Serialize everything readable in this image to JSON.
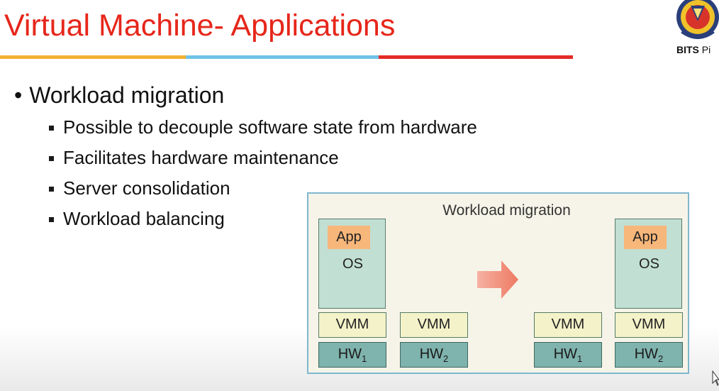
{
  "slide": {
    "title": "Virtual Machine- Applications",
    "logo_text_bold": "BITS",
    "logo_text_rest": " Pi",
    "bullet_main": "Workload migration",
    "sub_bullets": [
      "Possible to decouple software state from hardware",
      "Facilitates hardware maintenance",
      "Server consolidation",
      "Workload balancing"
    ]
  },
  "figure": {
    "title": "Workload migration",
    "app_label": "App",
    "os_label": "OS",
    "vmm_label": "VMM",
    "hw_label": "HW",
    "hw1_sub": "1",
    "hw2_sub": "2"
  },
  "colors": {
    "title_red": "#e6261a",
    "rule_yellow": "#f2b134",
    "rule_blue": "#6fc2e6",
    "rule_red": "#e32b25",
    "vm_green": "#c2dfd3",
    "app_orange": "#f7b67a",
    "vmm_cream": "#f4f2c8",
    "hw_teal": "#7fb3ad",
    "arrow_salmon": "#f08a75"
  },
  "icons": {
    "logo": "bits-pilani-seal-icon",
    "arrow": "migration-arrow-icon",
    "cursor": "mouse-cursor-icon"
  }
}
